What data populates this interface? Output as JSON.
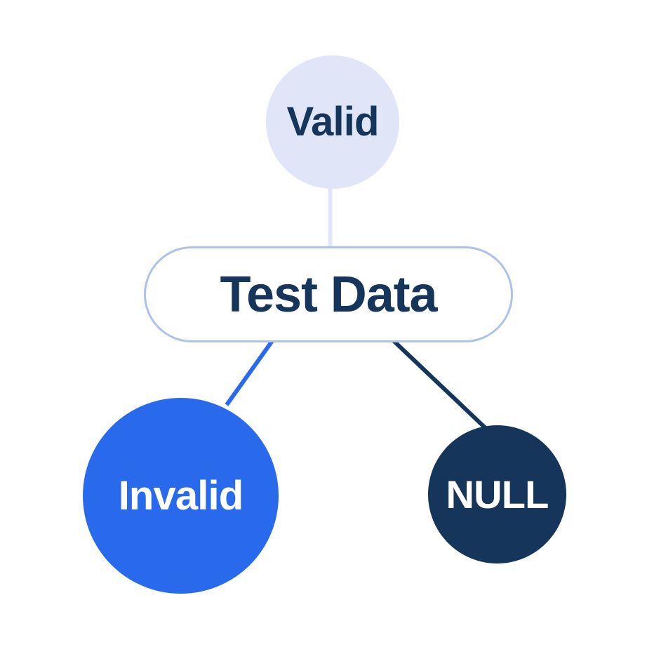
{
  "diagram": {
    "type": "tree",
    "background": "#ffffff",
    "nodes": [
      {
        "id": "valid",
        "label": "Valid",
        "shape": "circle",
        "fill": "#e0e5f8",
        "text_color": "#16355b"
      },
      {
        "id": "test-data",
        "label": "Test Data",
        "shape": "pill",
        "fill": "#ffffff",
        "border_color": "#acc1eb",
        "text_color": "#16355b"
      },
      {
        "id": "invalid",
        "label": "Invalid",
        "shape": "circle",
        "fill": "#2969ec",
        "text_color": "#ffffff"
      },
      {
        "id": "null",
        "label": "NULL",
        "shape": "circle",
        "fill": "#16355b",
        "text_color": "#ffffff"
      }
    ],
    "edges": [
      {
        "from": "valid",
        "to": "test-data",
        "color": "#e0e5f8"
      },
      {
        "from": "test-data",
        "to": "invalid",
        "color": "#2969ec"
      },
      {
        "from": "test-data",
        "to": "null",
        "color": "#16355b"
      }
    ]
  }
}
